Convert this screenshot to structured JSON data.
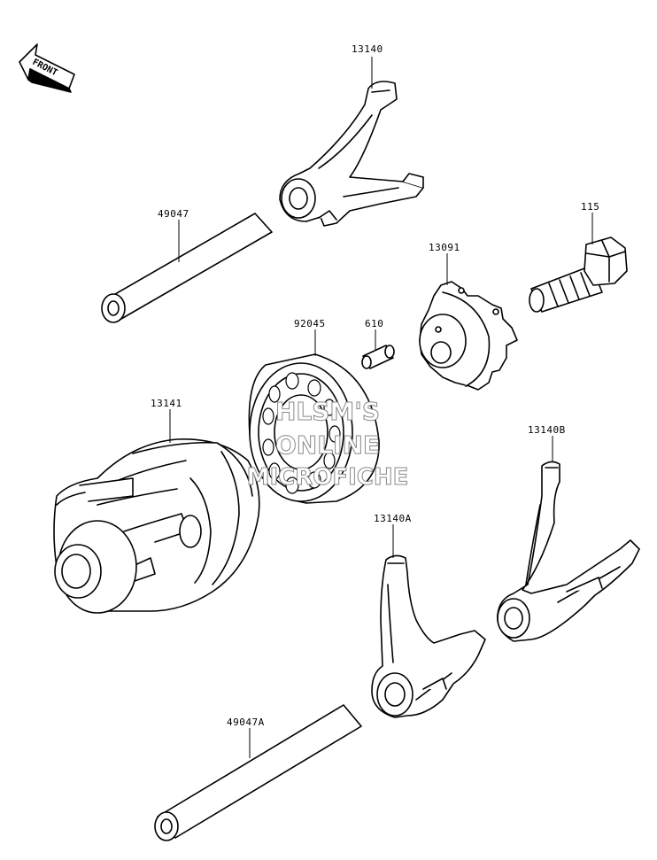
{
  "diagram": {
    "front_arrow_label": "FRONT",
    "parts": [
      {
        "id": "shift-fork-13140",
        "label": "13140"
      },
      {
        "id": "shaft-49047",
        "label": "49047"
      },
      {
        "id": "bolt-115",
        "label": "115"
      },
      {
        "id": "holder-13091",
        "label": "13091"
      },
      {
        "id": "bearing-92045",
        "label": "92045"
      },
      {
        "id": "pin-610",
        "label": "610"
      },
      {
        "id": "drum-13141",
        "label": "13141"
      },
      {
        "id": "shift-fork-13140B",
        "label": "13140B"
      },
      {
        "id": "shift-fork-13140A",
        "label": "13140A"
      },
      {
        "id": "shaft-49047A",
        "label": "49047A"
      }
    ]
  },
  "watermark": {
    "line1": "HLSM'S",
    "line2": "ONLINE",
    "line3": "MICROFICHE"
  },
  "colors": {
    "line": "#000000",
    "fill": "#ffffff",
    "watermark_outline": "#8a8a8a"
  }
}
